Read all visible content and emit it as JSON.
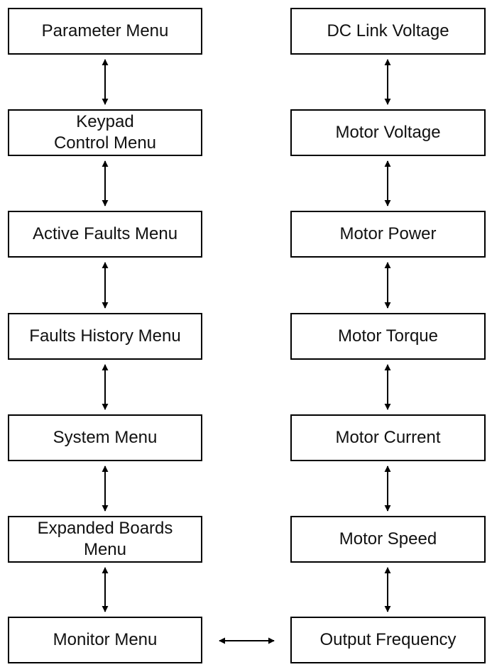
{
  "left_column": [
    {
      "id": "parameter-menu",
      "lines": [
        "Parameter Menu"
      ]
    },
    {
      "id": "keypad-control-menu",
      "lines": [
        "Keypad",
        "Control Menu"
      ]
    },
    {
      "id": "active-faults-menu",
      "lines": [
        "Active Faults Menu"
      ]
    },
    {
      "id": "faults-history-menu",
      "lines": [
        "Faults History Menu"
      ]
    },
    {
      "id": "system-menu",
      "lines": [
        "System Menu"
      ]
    },
    {
      "id": "expanded-boards-menu",
      "lines": [
        "Expanded Boards",
        "Menu"
      ]
    },
    {
      "id": "monitor-menu",
      "lines": [
        "Monitor Menu"
      ]
    }
  ],
  "right_column": [
    {
      "id": "dc-link-voltage",
      "lines": [
        "DC Link Voltage"
      ]
    },
    {
      "id": "motor-voltage",
      "lines": [
        "Motor Voltage"
      ]
    },
    {
      "id": "motor-power",
      "lines": [
        "Motor Power"
      ]
    },
    {
      "id": "motor-torque",
      "lines": [
        "Motor Torque"
      ]
    },
    {
      "id": "motor-current",
      "lines": [
        "Motor Current"
      ]
    },
    {
      "id": "motor-speed",
      "lines": [
        "Motor Speed"
      ]
    },
    {
      "id": "output-frequency",
      "lines": [
        "Output Frequency"
      ]
    }
  ],
  "connectors": [
    {
      "from": "parameter-menu",
      "to": "keypad-control-menu",
      "type": "bidirectional"
    },
    {
      "from": "keypad-control-menu",
      "to": "active-faults-menu",
      "type": "bidirectional"
    },
    {
      "from": "active-faults-menu",
      "to": "faults-history-menu",
      "type": "bidirectional"
    },
    {
      "from": "faults-history-menu",
      "to": "system-menu",
      "type": "bidirectional"
    },
    {
      "from": "system-menu",
      "to": "expanded-boards-menu",
      "type": "bidirectional"
    },
    {
      "from": "expanded-boards-menu",
      "to": "monitor-menu",
      "type": "bidirectional"
    },
    {
      "from": "monitor-menu",
      "to": "output-frequency",
      "type": "bidirectional"
    },
    {
      "from": "dc-link-voltage",
      "to": "motor-voltage",
      "type": "bidirectional"
    },
    {
      "from": "motor-voltage",
      "to": "motor-power",
      "type": "bidirectional"
    },
    {
      "from": "motor-power",
      "to": "motor-torque",
      "type": "bidirectional"
    },
    {
      "from": "motor-torque",
      "to": "motor-current",
      "type": "bidirectional"
    },
    {
      "from": "motor-current",
      "to": "motor-speed",
      "type": "bidirectional"
    },
    {
      "from": "motor-speed",
      "to": "output-frequency",
      "type": "bidirectional"
    }
  ],
  "colors": {
    "stroke": "#000000",
    "fill": "#ffffff",
    "text": "#111111"
  }
}
